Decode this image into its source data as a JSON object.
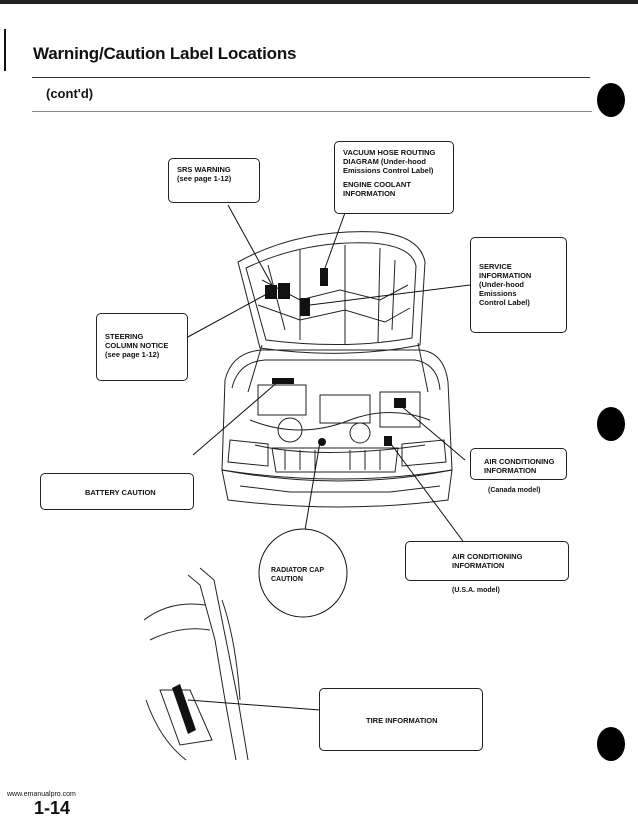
{
  "header": {
    "title": "Warning/Caution Label Locations",
    "subtitle": "(cont'd)"
  },
  "labels": {
    "srs": [
      "SRS WARNING",
      "(see page 1-12)"
    ],
    "vacuum": [
      "VACUUM HOSE ROUTING",
      "DIAGRAM (Under-hood",
      "Emissions Control Label)",
      "",
      "ENGINE COOLANT",
      "INFORMATION"
    ],
    "service": [
      "SERVICE",
      "INFORMATION",
      "(Under-hood",
      "Emissions",
      "Control Label)"
    ],
    "steering": [
      "STEERING",
      "COLUMN NOTICE",
      "(see page 1-12)"
    ],
    "battery": "BATTERY CAUTION",
    "ac_canada": [
      "AIR CONDITIONING",
      "INFORMATION"
    ],
    "ac_canada_caption": "(Canada model)",
    "radiator": [
      "RADIATOR CAP",
      "CAUTION"
    ],
    "ac_usa": [
      "AIR CONDITIONING",
      "INFORMATION"
    ],
    "ac_usa_caption": "(U.S.A. model)",
    "tire": "TIRE INFORMATION"
  },
  "footer": {
    "url": "www.emanualpro.com",
    "page": "1-14"
  }
}
